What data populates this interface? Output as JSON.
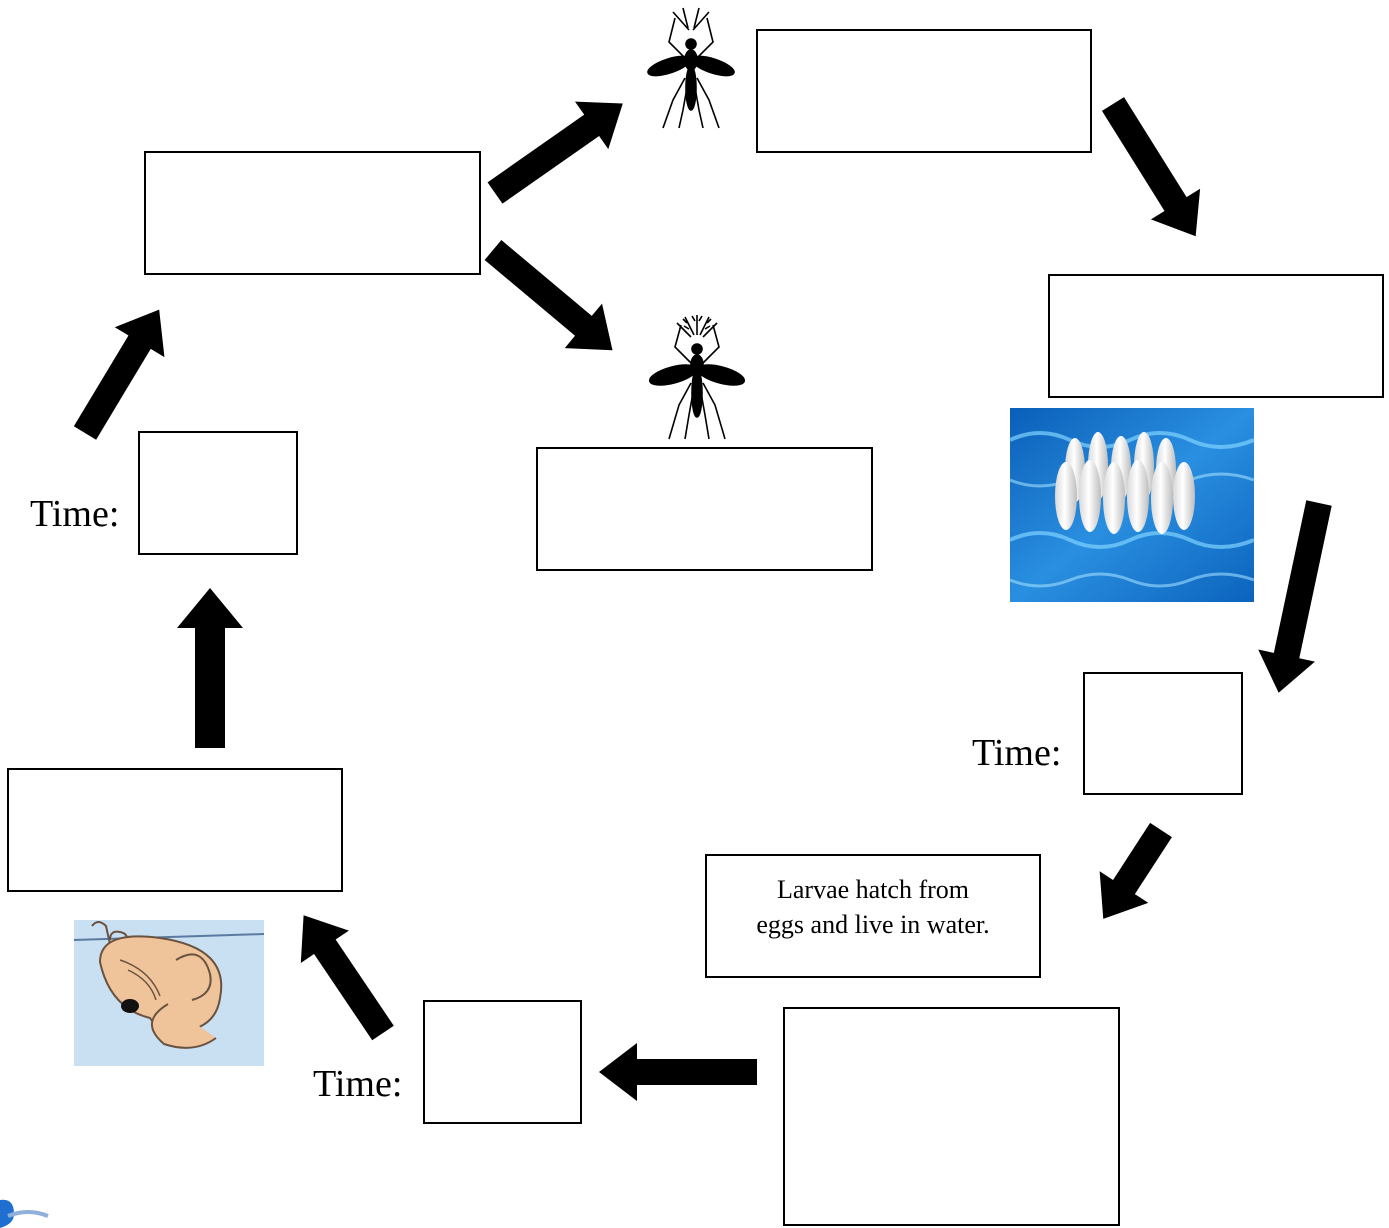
{
  "diagram": {
    "time_labels": [
      "Time:",
      "Time:",
      "Time:"
    ],
    "larvae_note": {
      "line1": "Larvae hatch from",
      "line2": "eggs and live in water."
    },
    "answer_boxes": [
      "top-right-answer-box",
      "right-answer-box",
      "right-time-box",
      "bottom-answer-box",
      "bottom-time-box",
      "left-answer-box",
      "left-time-box",
      "upper-left-answer-box",
      "middle-answer-box"
    ],
    "icons": [
      "mosquito-female-icon",
      "mosquito-male-icon",
      "eggs-on-water-icon",
      "pupa-icon",
      "logo-fragment-icon"
    ],
    "colors": {
      "ink": "#000000",
      "water": "#1a73c9",
      "pupa": "#f0c49b",
      "pupa_water": "#c9dff2"
    }
  }
}
